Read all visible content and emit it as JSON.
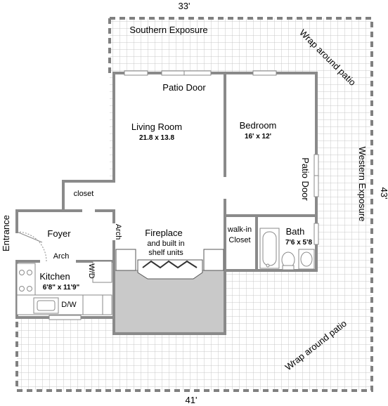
{
  "dimensions": {
    "top": "33'",
    "bottom": "41'",
    "right": "43'"
  },
  "exposures": {
    "south": "Southern Exposure",
    "west": "Western Exposure"
  },
  "patio": {
    "top_right": "Wrap around patio",
    "bottom_right": "Wrap around patio"
  },
  "rooms": {
    "patio_door_top": "Patio Door",
    "patio_door_right": "Patio Door",
    "living_room": {
      "name": "Living Room",
      "size": "21.8 x 13.8"
    },
    "bedroom": {
      "name": "Bedroom",
      "size": "16' x 12'"
    },
    "closet": "closet",
    "foyer": "Foyer",
    "entrance": "Entrance",
    "arch_vertical": "Arch",
    "arch_horizontal": "Arch",
    "kitchen": {
      "name": "Kitchen",
      "size": "6'8\" x 11'9\""
    },
    "washer_dryer": "W/D",
    "dishwasher": "D/W",
    "fireplace": {
      "line1": "Fireplace",
      "line2": "and built in",
      "line3": "shelf units"
    },
    "walkin_closet": {
      "line1": "walk-in",
      "line2": "Closet"
    },
    "bath": {
      "name": "Bath",
      "size": "7'6 x 5'8"
    }
  }
}
